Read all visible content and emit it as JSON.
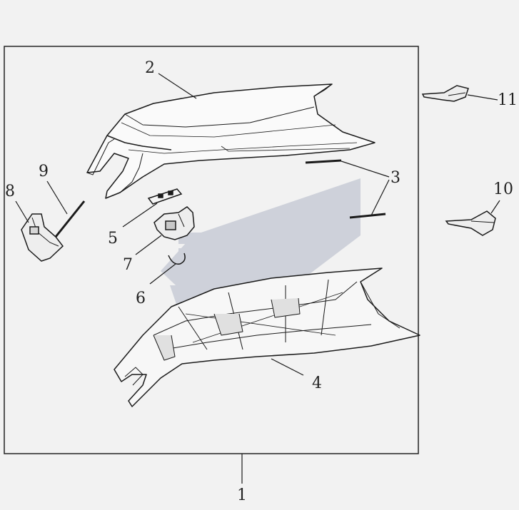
{
  "diagram": {
    "colors": {
      "background": "#f2f2f2",
      "frame": "#222222",
      "line": "#1a1a1a",
      "watermark": "#c8ccd6"
    },
    "callouts": [
      {
        "id": "c1",
        "label": "1"
      },
      {
        "id": "c2",
        "label": "2"
      },
      {
        "id": "c3",
        "label": "3"
      },
      {
        "id": "c4",
        "label": "4"
      },
      {
        "id": "c5",
        "label": "5"
      },
      {
        "id": "c6",
        "label": "6"
      },
      {
        "id": "c7",
        "label": "7"
      },
      {
        "id": "c8",
        "label": "8"
      },
      {
        "id": "c9",
        "label": "9"
      },
      {
        "id": "c10",
        "label": "10"
      },
      {
        "id": "c11",
        "label": "11"
      }
    ]
  }
}
